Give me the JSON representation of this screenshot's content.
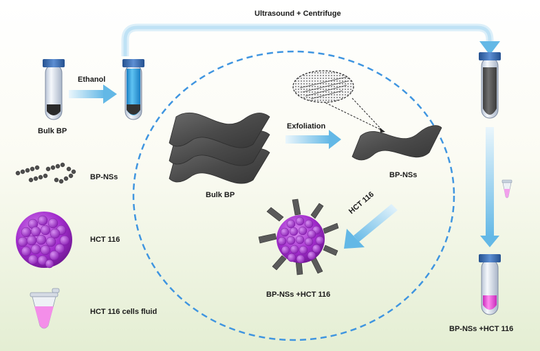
{
  "labels": {
    "top_process": "Ultrasound + Centrifuge",
    "ethanol": "Ethanol",
    "bulk_bp_tube": "Bulk BP",
    "exfoliation": "Exfoliation",
    "bulk_bp_center": "Bulk BP",
    "bp_nss_center": "BP-NSs",
    "hct_arrow": "HCT 116",
    "complex_center": "BP-NSs +HCT 116",
    "complex_right": "BP-NSs +HCT 116",
    "legend_bp_nss": "BP-NSs",
    "legend_hct": "HCT 116",
    "legend_fluid": "HCT 116 cells fluid"
  },
  "colors": {
    "bg_top": "#ffffff",
    "bg_bottom": "#e4eed3",
    "dashed_ellipse": "#3f95e0",
    "arrow_light": "#dff1fb",
    "arrow_dark": "#6cbde8",
    "tube_cap": "#3b6fb5",
    "ethanol_blue": "#2aa3e2",
    "sheet_gray": "#4a4a4a",
    "cell_purple": "#a52fd1",
    "fluid_pink": "#f07ee6"
  },
  "icons": {
    "tube": "test-tube-icon",
    "microtube": "microcentrifuge-tube-icon",
    "cell": "hct116-cell-icon",
    "nanosheet": "bp-nanosheet-icon",
    "zoom": "atomic-lattice-icon"
  }
}
